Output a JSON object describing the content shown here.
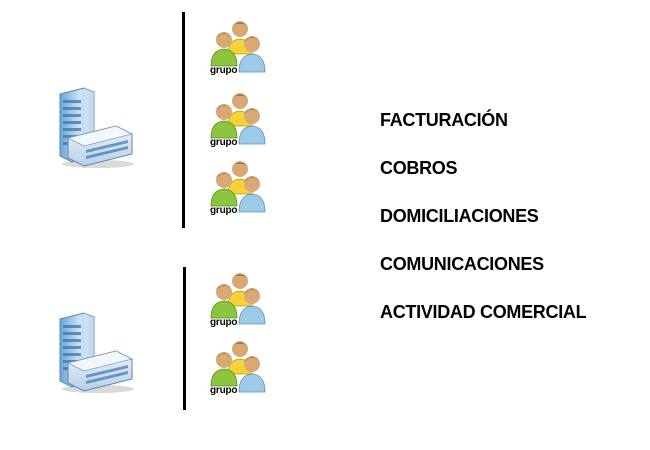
{
  "colors": {
    "building_glass": "#7fb6e3",
    "building_frame": "#dfe9f2",
    "divider": "#000000",
    "person_green": "#8cc63f",
    "person_yellow": "#f4d23a",
    "person_blue": "#9ccbe8",
    "skin": "#d9a874",
    "hair": "#4a3a2a"
  },
  "icons": {
    "building": "office-building-icon",
    "group": "user-group-icon"
  },
  "group_label": "grupo",
  "items": [
    {
      "label": "FACTURACIÓN"
    },
    {
      "label": "COBROS"
    },
    {
      "label": "DOMICILIACIONES"
    },
    {
      "label": "COMUNICACIONES"
    },
    {
      "label": "ACTIVIDAD COMERCIAL"
    }
  ]
}
